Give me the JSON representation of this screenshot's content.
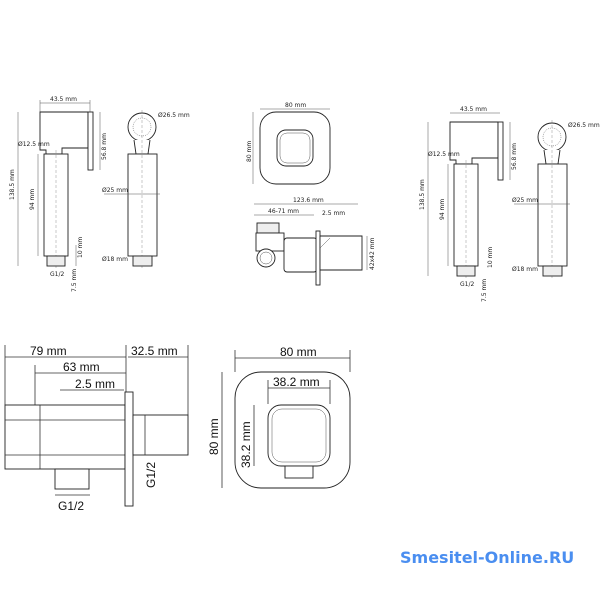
{
  "handheld_left": {
    "width": "43.5 mm",
    "nozzle": "Ø12.5 mm",
    "height_total": "138.5 mm",
    "body_len": "94 mm",
    "bracket_h": "56.8 mm",
    "thread_h": "10 mm",
    "thread": "G1/2",
    "thread_len": "7.5 mm",
    "head_d": "Ø26.5 mm",
    "body_d": "Ø25 mm",
    "conn_d": "Ø18 mm"
  },
  "handheld_right": {
    "width": "43.5 mm",
    "nozzle": "Ø12.5 mm",
    "height_total": "138.5 mm",
    "body_len": "94 mm",
    "bracket_h": "56.8 mm",
    "thread_h": "10 mm",
    "thread": "G1/2",
    "thread_len": "7.5 mm",
    "head_d": "Ø26.5 mm",
    "body_d": "Ø25 mm",
    "conn_d": "Ø18 mm"
  },
  "plate_small": {
    "width": "80 mm",
    "height": "80 mm"
  },
  "valve_small": {
    "total": "123.6 mm",
    "depth": "46-71 mm",
    "gap": "2.5 mm",
    "section": "42x42 mm"
  },
  "valve_large": {
    "total": "79 mm",
    "outer": "32.5 mm",
    "depth": "63 mm",
    "gap": "2.5 mm",
    "thread_v": "G1/2",
    "thread_h": "G1/2"
  },
  "plate_large": {
    "width": "80 mm",
    "height": "80 mm",
    "inner_w": "38.2 mm",
    "inner_h": "38.2 mm"
  },
  "watermark": "Smesitel-Online.RU"
}
